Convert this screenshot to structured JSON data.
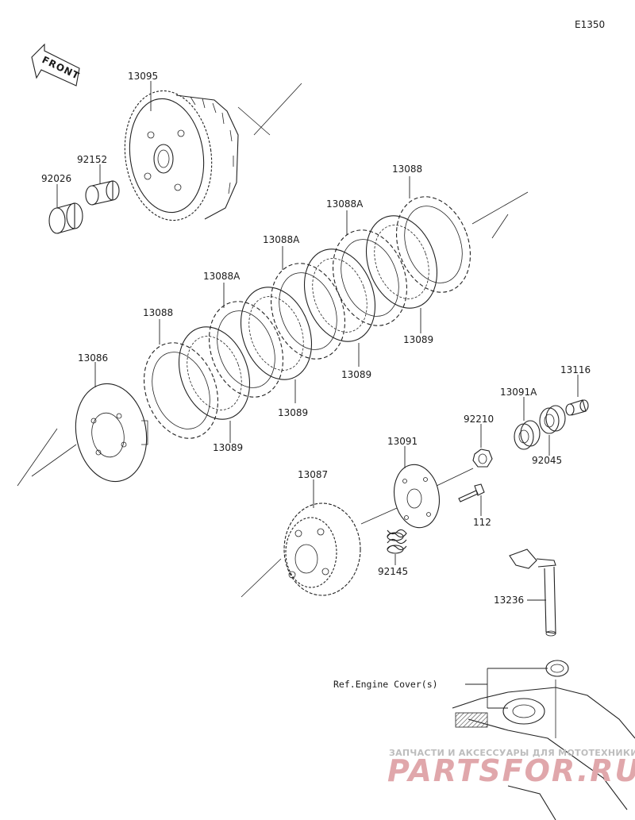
{
  "diagram": {
    "code": "E1350",
    "front_label": "FRONT",
    "parts": [
      {
        "id": "p-13095",
        "number": "13095"
      },
      {
        "id": "p-92152",
        "number": "92152"
      },
      {
        "id": "p-92026",
        "number": "92026"
      },
      {
        "id": "p-13088-top",
        "number": "13088"
      },
      {
        "id": "p-13088a-1",
        "number": "13088A"
      },
      {
        "id": "p-13088a-2",
        "number": "13088A"
      },
      {
        "id": "p-13088a-3",
        "number": "13088A"
      },
      {
        "id": "p-13088-left",
        "number": "13088"
      },
      {
        "id": "p-13089-1",
        "number": "13089"
      },
      {
        "id": "p-13089-2",
        "number": "13089"
      },
      {
        "id": "p-13089-3",
        "number": "13089"
      },
      {
        "id": "p-13089-4",
        "number": "13089"
      },
      {
        "id": "p-13086",
        "number": "13086"
      },
      {
        "id": "p-13116",
        "number": "13116"
      },
      {
        "id": "p-13091a",
        "number": "13091A"
      },
      {
        "id": "p-92210",
        "number": "92210"
      },
      {
        "id": "p-92045",
        "number": "92045"
      },
      {
        "id": "p-13091",
        "number": "13091"
      },
      {
        "id": "p-13087",
        "number": "13087"
      },
      {
        "id": "p-112",
        "number": "112"
      },
      {
        "id": "p-92145",
        "number": "92145"
      },
      {
        "id": "p-13236",
        "number": "13236"
      }
    ],
    "reference_label": "Ref.Engine Cover(s)"
  },
  "watermark": {
    "tagline": "ЗАПЧАСТИ И АКСЕССУАРЫ ДЛЯ МОТОТЕХНИКИ",
    "brand": "PARTSFOR.RU"
  }
}
